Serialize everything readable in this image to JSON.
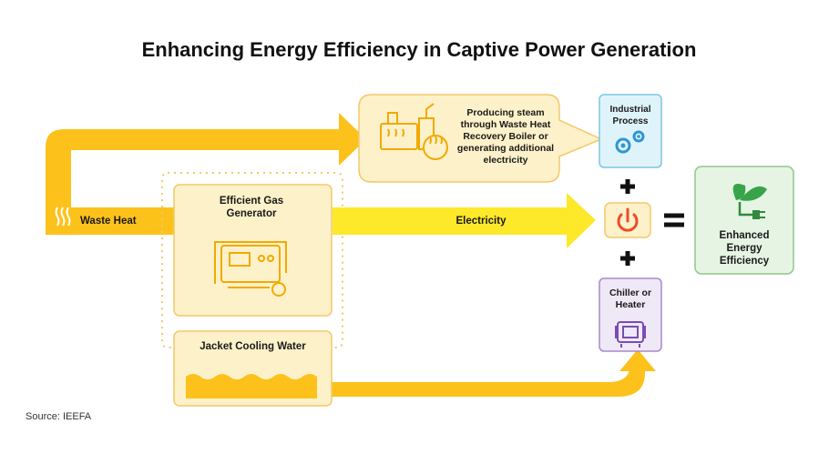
{
  "title": "Enhancing Energy Efficiency in Captive Power Generation",
  "labels": {
    "waste_heat": "Waste Heat",
    "steam": "Producing steam through Waste Heat Recovery Boiler or generating additional electricity",
    "industrial_process": "Industrial Process",
    "gas_generator": "Efficient Gas Generator",
    "electricity": "Electricity",
    "jacket_cooling": "Jacket Cooling Water",
    "chiller": "Chiller or Heater",
    "enhanced": "Enhanced Energy Efficiency"
  },
  "operators": {
    "plus": "+",
    "equals": "="
  },
  "source": "Source: IEEFA",
  "colors": {
    "arrow_yellow": "#fcc21b",
    "electricity_yellow": "#fde82a",
    "box_fill": "#fdf1c9",
    "box_border": "#f3c86a",
    "blue_fill": "#dff3fb",
    "blue_border": "#7cc6e4",
    "purple_fill": "#efe8f6",
    "purple_border": "#a888cc",
    "green_fill": "#e5f4e3",
    "green_border": "#8fc98b",
    "power_red": "#ef4b2b"
  },
  "icons": [
    "heat-waves-icon",
    "boiler-icon",
    "gears-icon",
    "generator-icon",
    "water-waves-icon",
    "power-icon",
    "chiller-icon",
    "leaf-plug-icon"
  ]
}
